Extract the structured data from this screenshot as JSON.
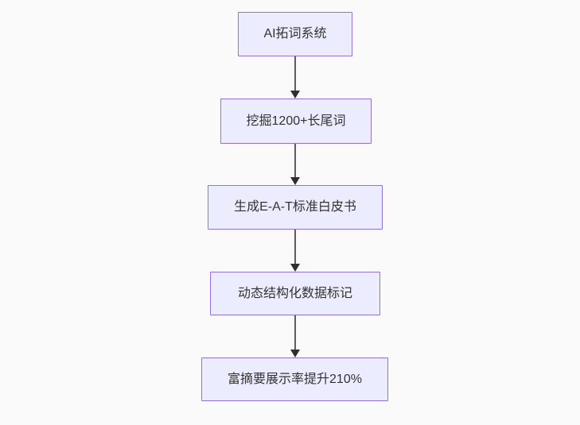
{
  "page": {
    "background_color": "#fafafa"
  },
  "diagram": {
    "type": "flowchart",
    "direction": "top-down",
    "node_fill_color": "#ececff",
    "node_border_color": "#9370db",
    "text_color": "#333333",
    "edge_color": "#333333",
    "nodes": [
      {
        "id": "node-0",
        "label": "AI拓词系统"
      },
      {
        "id": "node-1",
        "label": "挖掘1200+长尾词"
      },
      {
        "id": "node-2",
        "label": "生成E-A-T标准白皮书"
      },
      {
        "id": "node-3",
        "label": "动态结构化数据标记"
      },
      {
        "id": "node-4",
        "label": "富摘要展示率提升210%"
      }
    ],
    "edges": [
      {
        "from": "AI拓词系统",
        "to": "挖掘1200+长尾词"
      },
      {
        "from": "挖掘1200+长尾词",
        "to": "生成E-A-T标准白皮书"
      },
      {
        "from": "生成E-A-T标准白皮书",
        "to": "动态结构化数据标记"
      },
      {
        "from": "动态结构化数据标记",
        "to": "富摘要展示率提升210%"
      }
    ]
  }
}
